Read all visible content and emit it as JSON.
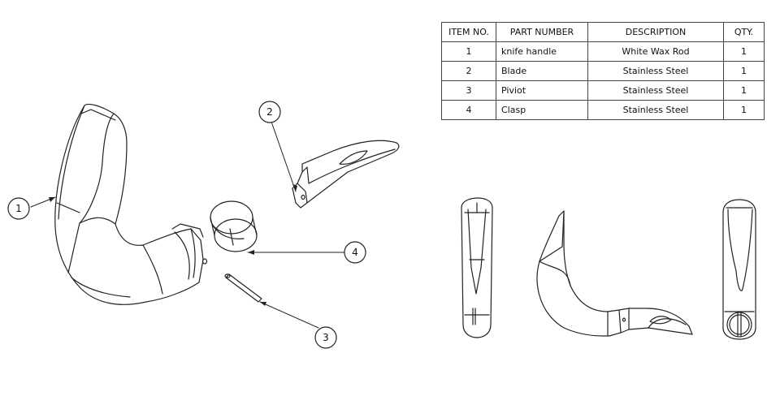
{
  "bom": {
    "headers": {
      "item_no": "ITEM NO.",
      "part_number": "PART NUMBER",
      "description": "DESCRIPTION",
      "qty": "QTY."
    },
    "rows": [
      {
        "item_no": "1",
        "part_number": "knife handle",
        "description": "White Wax Rod",
        "qty": "1"
      },
      {
        "item_no": "2",
        "part_number": "Blade",
        "description": "Stainless Steel",
        "qty": "1"
      },
      {
        "item_no": "3",
        "part_number": "Piviot",
        "description": "Stainless Steel",
        "qty": "1"
      },
      {
        "item_no": "4",
        "part_number": "Clasp",
        "description": "Stainless Steel",
        "qty": "1"
      }
    ]
  },
  "balloons": {
    "b1": "1",
    "b2": "2",
    "b3": "3",
    "b4": "4"
  }
}
